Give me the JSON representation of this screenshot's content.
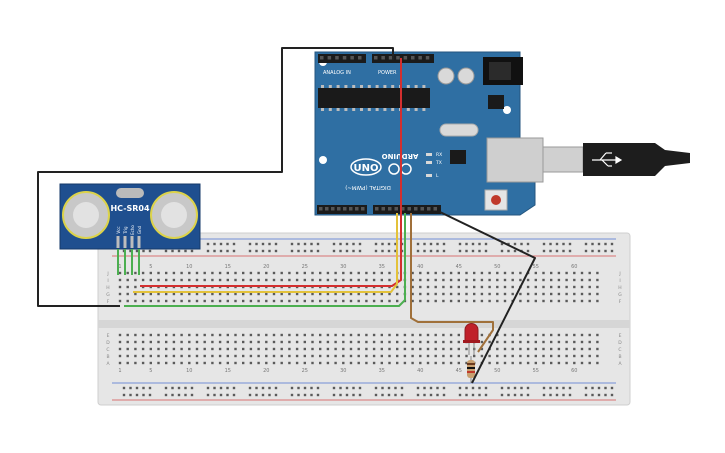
{
  "arduino": {
    "brand": "ARDUINO",
    "model": "UNO",
    "analog_header": "ANALOG IN",
    "power_header": "POWER",
    "digital_header": "DIGITAL (PWM~)",
    "led_labels": [
      "RX",
      "TX",
      "L"
    ],
    "board_color": "#2f6fa3"
  },
  "sensor": {
    "model": "HC-SR04",
    "pins": [
      "Vcc",
      "Trig",
      "Echo",
      "Gnd"
    ],
    "board_color": "#1f4f8f"
  },
  "breadboard": {
    "column_numbers": [
      "1",
      "5",
      "10",
      "15",
      "20",
      "25",
      "30",
      "35",
      "40",
      "45",
      "50",
      "55",
      "60"
    ],
    "row_letters_top": [
      "J",
      "I",
      "H",
      "G",
      "F"
    ],
    "row_letters_bottom": [
      "E",
      "D",
      "C",
      "B",
      "A"
    ]
  },
  "components": {
    "led_color": "#c0202a",
    "resistor_color": "#c8a070"
  },
  "wire_colors": {
    "red": "#d32f2f",
    "yellow": "#e3c23a",
    "green": "#4caf50",
    "brown": "#a0703a",
    "black": "#222222",
    "orange": "#e0902a"
  }
}
